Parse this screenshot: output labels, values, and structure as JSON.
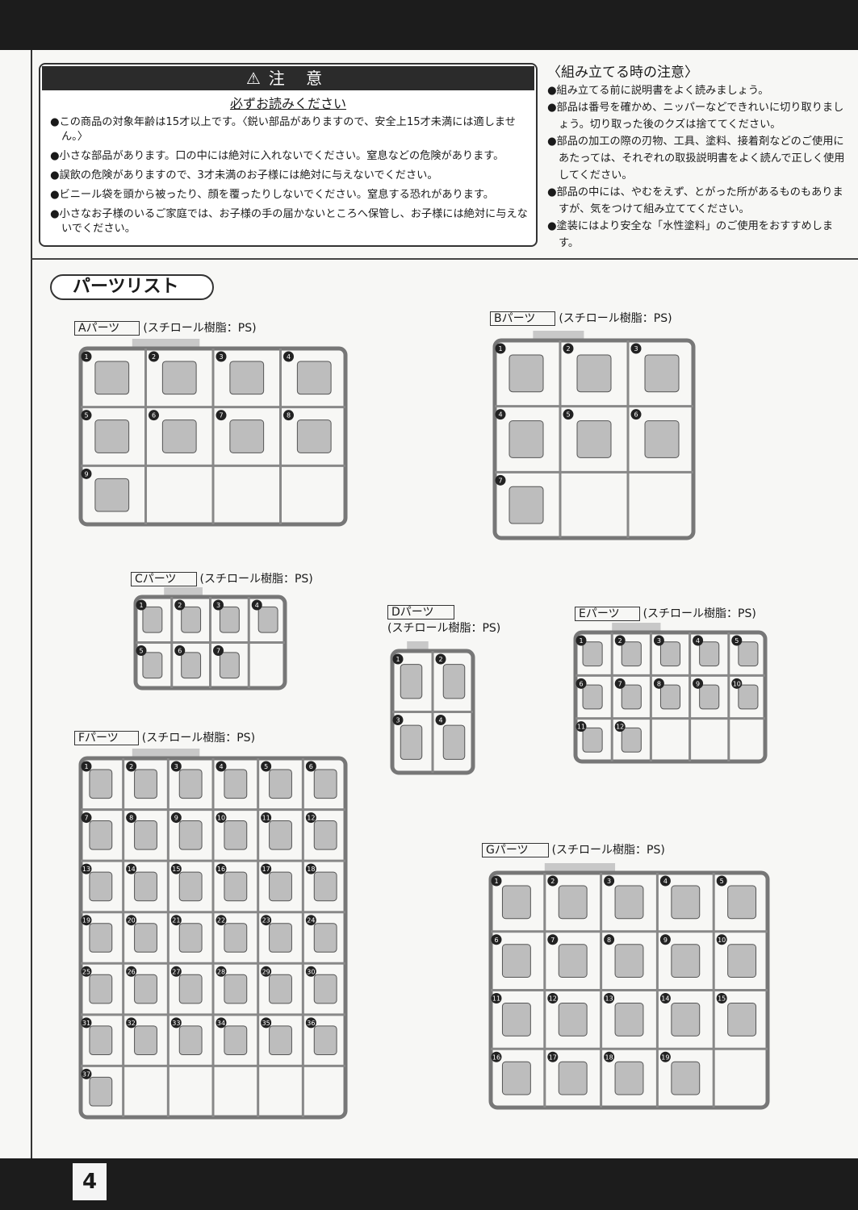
{
  "page_number": "4",
  "caution": {
    "title": "注 意",
    "subtitle": "必ずお読みください",
    "items": [
      "●この商品の対象年齢は15才以上です。〈鋭い部品がありますので、安全上15才未満には適しません。〉",
      "●小さな部品があります。口の中には絶対に入れないでください。窒息などの危険があります。",
      "●誤飲の危険がありますので、3才未満のお子様には絶対に与えないでください。",
      "●ビニール袋を頭から被ったり、顔を覆ったりしないでください。窒息する恐れがあります。",
      "●小さなお子様のいるご家庭では、お子様の手の届かないところへ保管し、お子様には絶対に与えないでください。"
    ]
  },
  "assembly": {
    "title": "〈組み立てる時の注意〉",
    "items": [
      "●組み立てる前に説明書をよく読みましょう。",
      "●部品は番号を確かめ、ニッパーなどできれいに切り取りましょう。切り取った後のクズは捨ててください。",
      "●部品の加工の際の刃物、工具、塗料、接着剤などのご使用にあたっては、それぞれの取扱説明書をよく読んで正しく使用してください。",
      "●部品の中には、やむをえず、とがった所があるものもありますが、気をつけて組み立ててください。",
      "●塗装にはより安全な「水性塗料」のご使用をおすすめします。"
    ]
  },
  "parts_list_title": "パーツリスト",
  "sprues": [
    {
      "tag": "Aパーツ",
      "material": "(スチロール樹脂：PS)",
      "parts": 9
    },
    {
      "tag": "Bパーツ",
      "material": "(スチロール樹脂：PS)",
      "parts": 7
    },
    {
      "tag": "Cパーツ",
      "material": "(スチロール樹脂：PS)",
      "parts": 7
    },
    {
      "tag": "Dパーツ",
      "material": "(スチロール樹脂：PS)",
      "parts": 4
    },
    {
      "tag": "Eパーツ",
      "material": "(スチロール樹脂：PS)",
      "parts": 12
    },
    {
      "tag": "Fパーツ",
      "material": "(スチロール樹脂：PS)",
      "parts": 37
    },
    {
      "tag": "Gパーツ",
      "material": "(スチロール樹脂：PS)",
      "parts": 19
    }
  ]
}
